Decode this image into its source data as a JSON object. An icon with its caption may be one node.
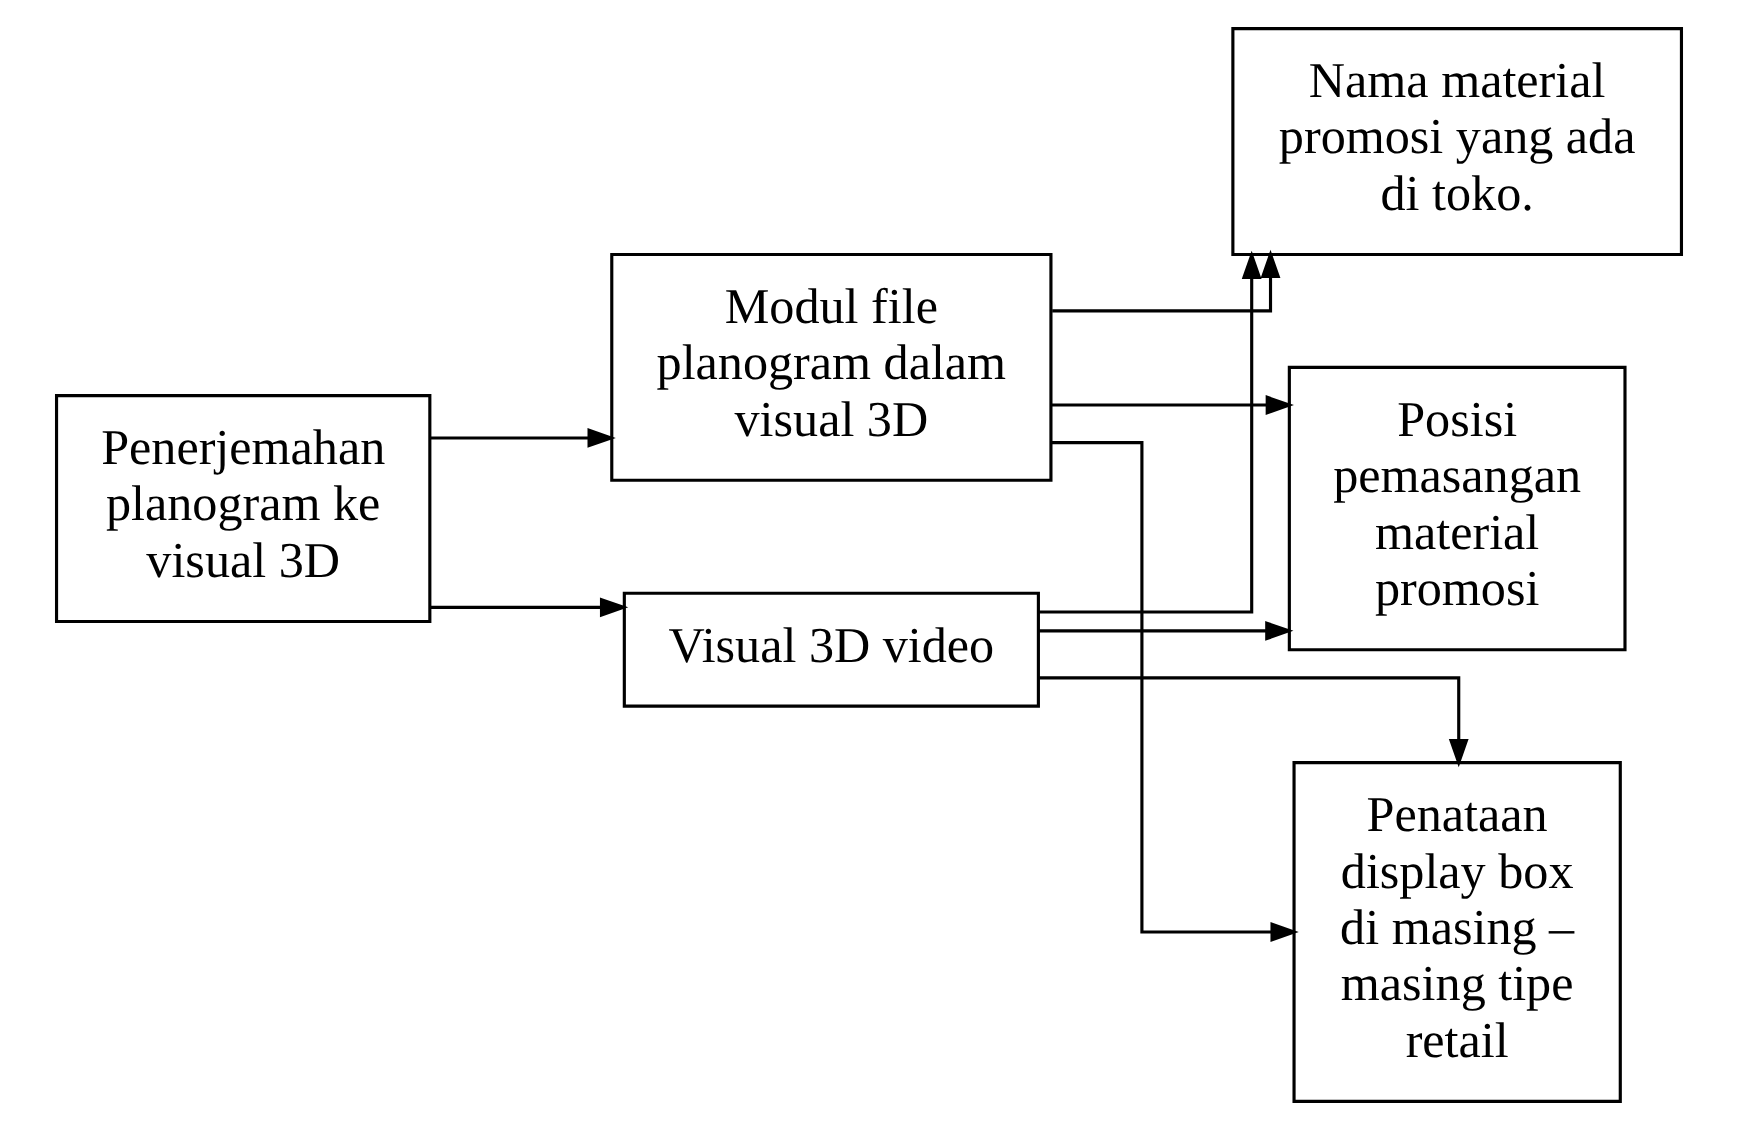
{
  "diagram": {
    "nodes": [
      {
        "text": [
          "Penerjemahan planogram ke visual 3D"
        ]
      },
      {
        "text": [
          "Modul file planogram dalam visual 3D"
        ]
      },
      {
        "text": [
          "Visual 3D video"
        ]
      },
      {
        "text": [
          "Nama material promosi yang ada di toko."
        ]
      },
      {
        "text": [
          "Posisi pemasangan material promosi"
        ]
      },
      {
        "text": [
          "Penataan display box di masing – masing tipe retail"
        ]
      }
    ],
    "edges": [
      {
        "from": 0,
        "to": 1,
        "arrow": "to"
      },
      {
        "from": 0,
        "to": 2,
        "arrow": "to"
      },
      {
        "from": 1,
        "to": 3,
        "arrow": "to"
      },
      {
        "from": 1,
        "to": 4,
        "arrow": "to"
      },
      {
        "from": 1,
        "to": 5,
        "arrow": "to"
      },
      {
        "from": 2,
        "to": 3,
        "arrow": "to"
      },
      {
        "from": 2,
        "to": 4,
        "arrow": "to"
      },
      {
        "from": 2,
        "to": 5,
        "arrow": "to"
      }
    ]
  }
}
